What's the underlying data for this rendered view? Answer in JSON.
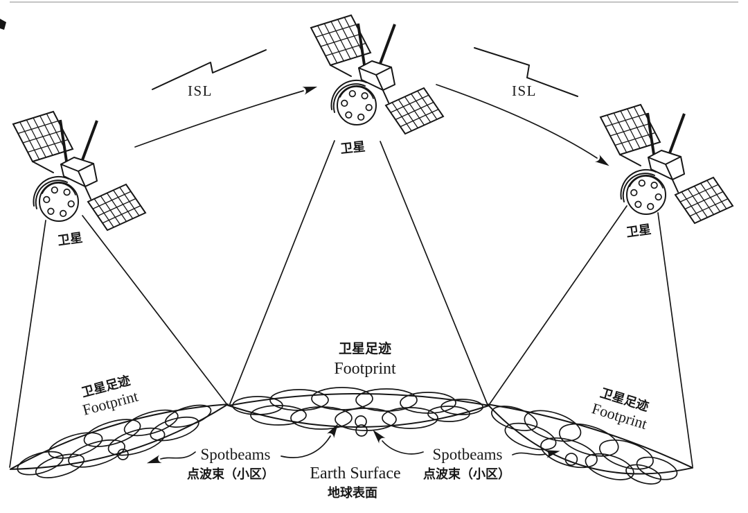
{
  "figure": {
    "background": "#ffffff",
    "ink_color": "#161616",
    "satellites": [
      {
        "label": "卫星"
      },
      {
        "label": "卫星"
      },
      {
        "label": "卫星"
      }
    ],
    "isl_links": [
      {
        "label": "ISL"
      },
      {
        "label": "ISL"
      }
    ],
    "footprints": [
      {
        "label_zh": "卫星足迹",
        "label_en": "Footprint"
      },
      {
        "label_zh": "卫星足迹",
        "label_en": "Footprint"
      },
      {
        "label_zh": "卫星足迹",
        "label_en": "Footprint"
      }
    ],
    "spotbeam_labels": [
      {
        "label_en": "Spotbeams",
        "label_zh": "点波束（小区）"
      },
      {
        "label_en": "Spotbeams",
        "label_zh": "点波束（小区）"
      }
    ],
    "earth_surface": {
      "label_en": "Earth Surface",
      "label_zh": "地球表面"
    }
  }
}
